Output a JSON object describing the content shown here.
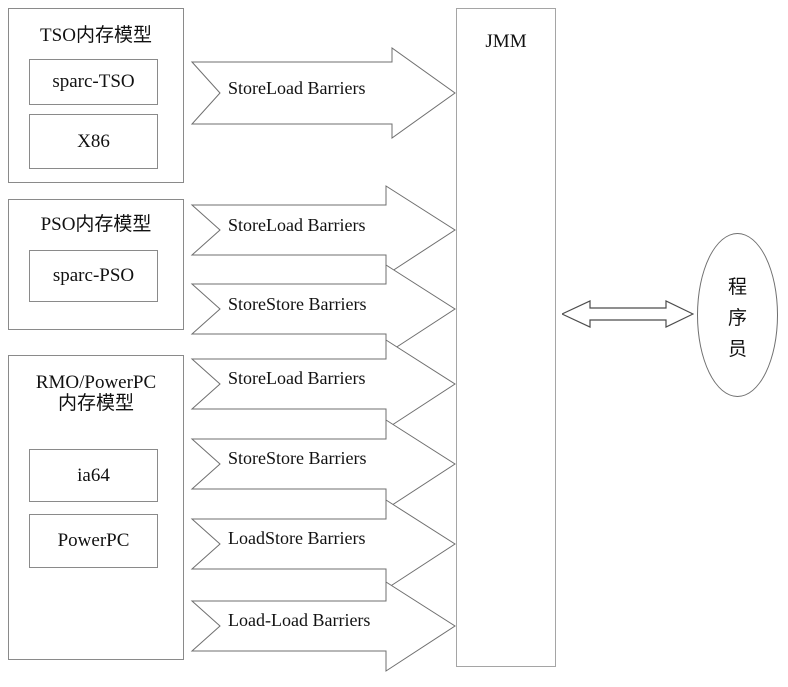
{
  "diagram": {
    "title": "JMM memory barrier diagram",
    "colors": {
      "box_border": "#8a8a8a",
      "arrow_stroke": "#6f6f6f",
      "text": "#111111",
      "background": "#ffffff"
    }
  },
  "models": [
    {
      "id": "tso",
      "title": "TSO内存模型",
      "cpus": [
        {
          "label": "sparc-TSO"
        },
        {
          "label": "X86"
        }
      ]
    },
    {
      "id": "pso",
      "title": "PSO内存模型",
      "cpus": [
        {
          "label": "sparc-PSO"
        }
      ]
    },
    {
      "id": "rmo",
      "title": "RMO/PowerPC\n内存模型",
      "cpus": [
        {
          "label": "ia64"
        },
        {
          "label": "PowerPC"
        }
      ]
    }
  ],
  "barriers": [
    {
      "label": "StoreLoad Barriers",
      "from": "tso"
    },
    {
      "label": "StoreLoad Barriers",
      "from": "pso"
    },
    {
      "label": "StoreStore Barriers",
      "from": "pso"
    },
    {
      "label": "StoreLoad Barriers",
      "from": "rmo"
    },
    {
      "label": "StoreStore Barriers",
      "from": "rmo"
    },
    {
      "label": "LoadStore Barriers",
      "from": "rmo"
    },
    {
      "label": "Load-Load Barriers",
      "from": "rmo"
    }
  ],
  "jmm": {
    "label": "JMM"
  },
  "programmer": {
    "chars": [
      "程",
      "序",
      "员"
    ],
    "text": "程序员"
  },
  "bidirectional_link": {
    "name": "jmm-programmer-link",
    "direction": "both"
  }
}
